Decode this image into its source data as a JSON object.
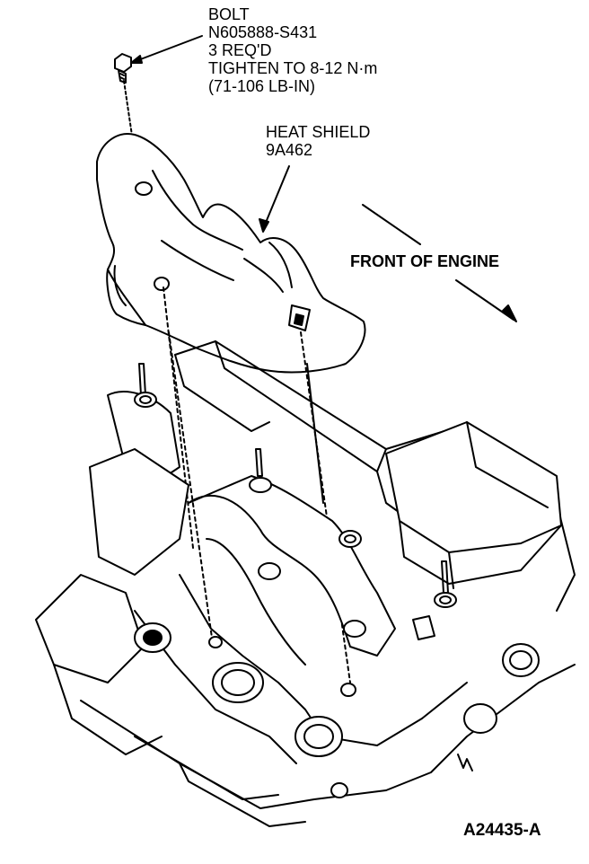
{
  "bolt_callout": {
    "line1": "BOLT",
    "line2": "N605888-S431",
    "line3": "3 REQ'D",
    "line4": "TIGHTEN TO 8-12 N·m",
    "line5": "(71-106 LB-IN)"
  },
  "heat_shield_callout": {
    "line1": "HEAT SHIELD",
    "line2": "9A462"
  },
  "direction_label": "FRONT OF ENGINE",
  "figure_id": "A24435-A",
  "colors": {
    "ink": "#000000",
    "paper": "#ffffff"
  }
}
